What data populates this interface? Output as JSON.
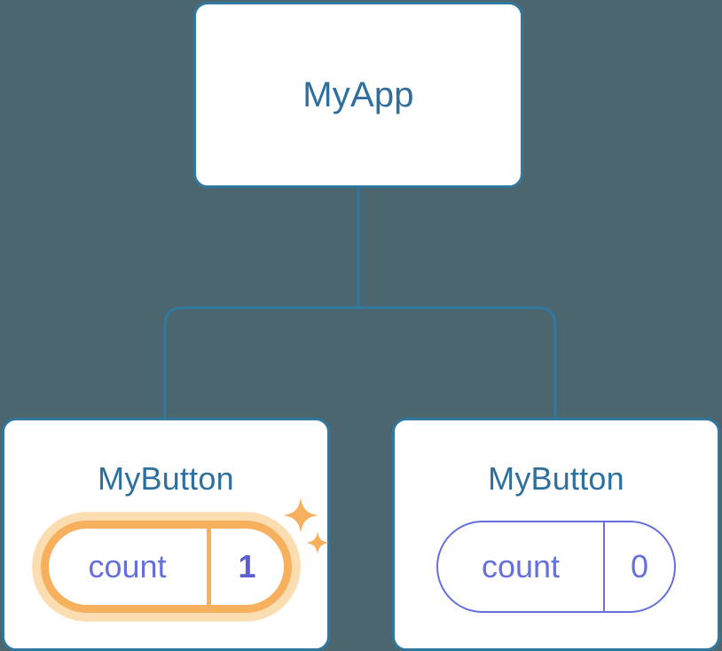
{
  "diagram": {
    "type": "component-tree",
    "background_color": "#4b666f",
    "accent_color": "#31789f",
    "state_color": "#6670dc",
    "highlight_color": "#f7b05e",
    "highlight_glow_color": "#fbddb2",
    "root": {
      "title": "MyApp"
    },
    "children": [
      {
        "title": "MyButton",
        "state": {
          "key": "count",
          "value": "1"
        },
        "highlighted": true,
        "sparkle_icons": [
          "sparkle-icon-large",
          "sparkle-icon-small"
        ]
      },
      {
        "title": "MyButton",
        "state": {
          "key": "count",
          "value": "0"
        },
        "highlighted": false,
        "sparkle_icons": []
      }
    ]
  }
}
